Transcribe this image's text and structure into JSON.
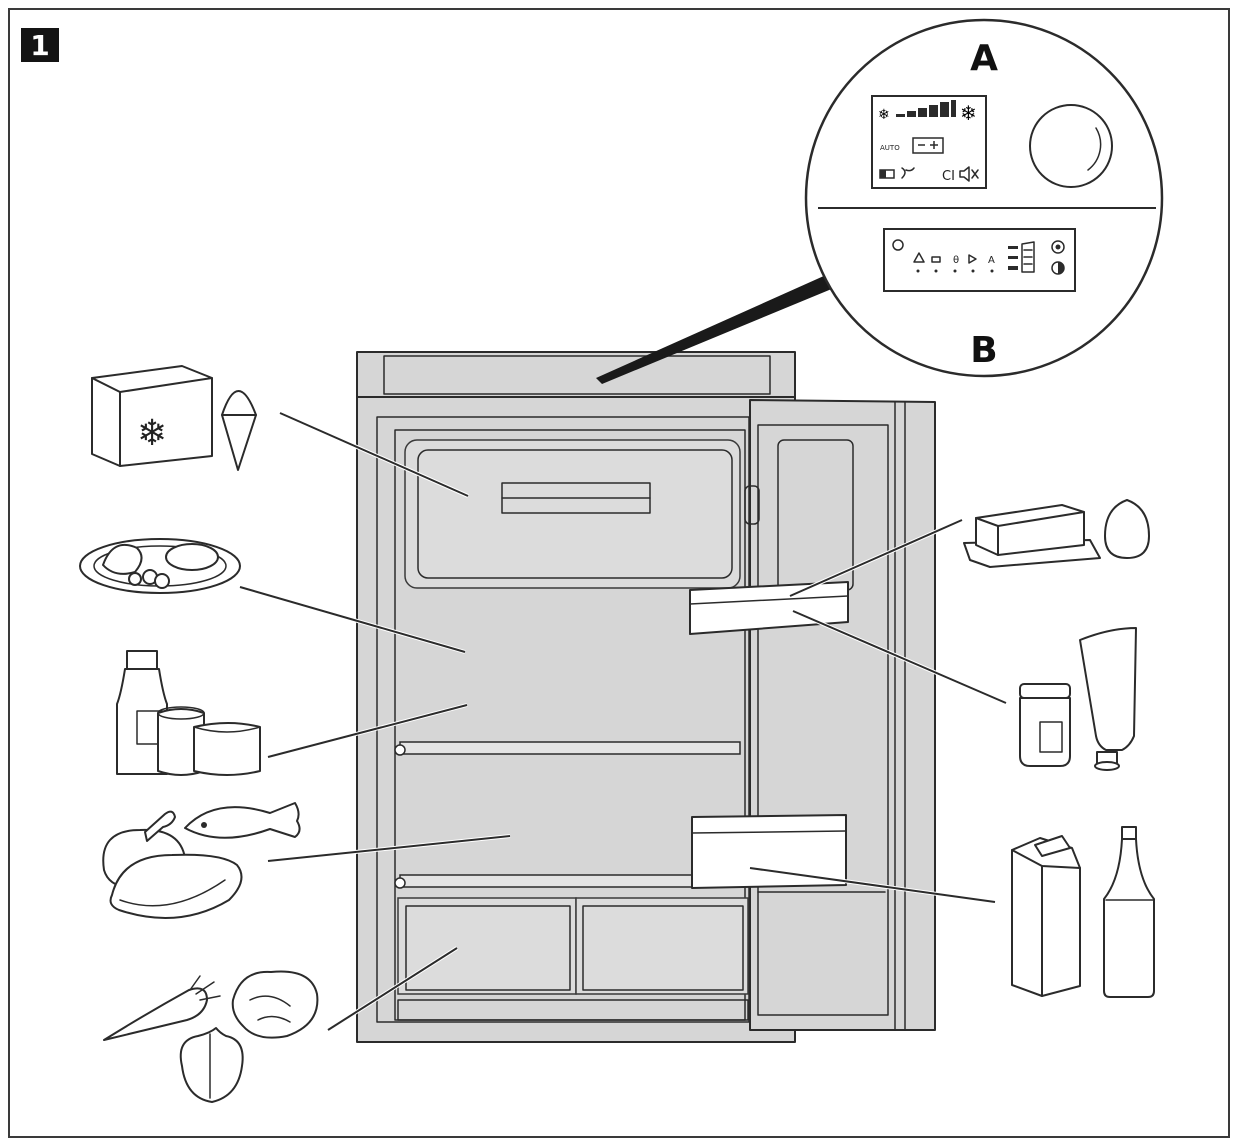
{
  "figure": {
    "number": "1"
  },
  "callouts": {
    "a": "A",
    "b": "B"
  },
  "panel_a": {
    "auto_label": "AUTO",
    "ci_label": "CI"
  },
  "colors": {
    "line": "#2b2b2b",
    "fridge_fill": "#d6d6d6",
    "background": "#ffffff"
  },
  "icons": [
    "freezer-box-icon",
    "ice-cream-cone-icon",
    "meat-plate-icon",
    "dairy-products-icon",
    "poultry-fish-sausage-icon",
    "vegetables-icon",
    "butter-dish-icon",
    "egg-icon",
    "jar-icon",
    "tube-icon",
    "milk-carton-icon",
    "bottle-icon"
  ]
}
